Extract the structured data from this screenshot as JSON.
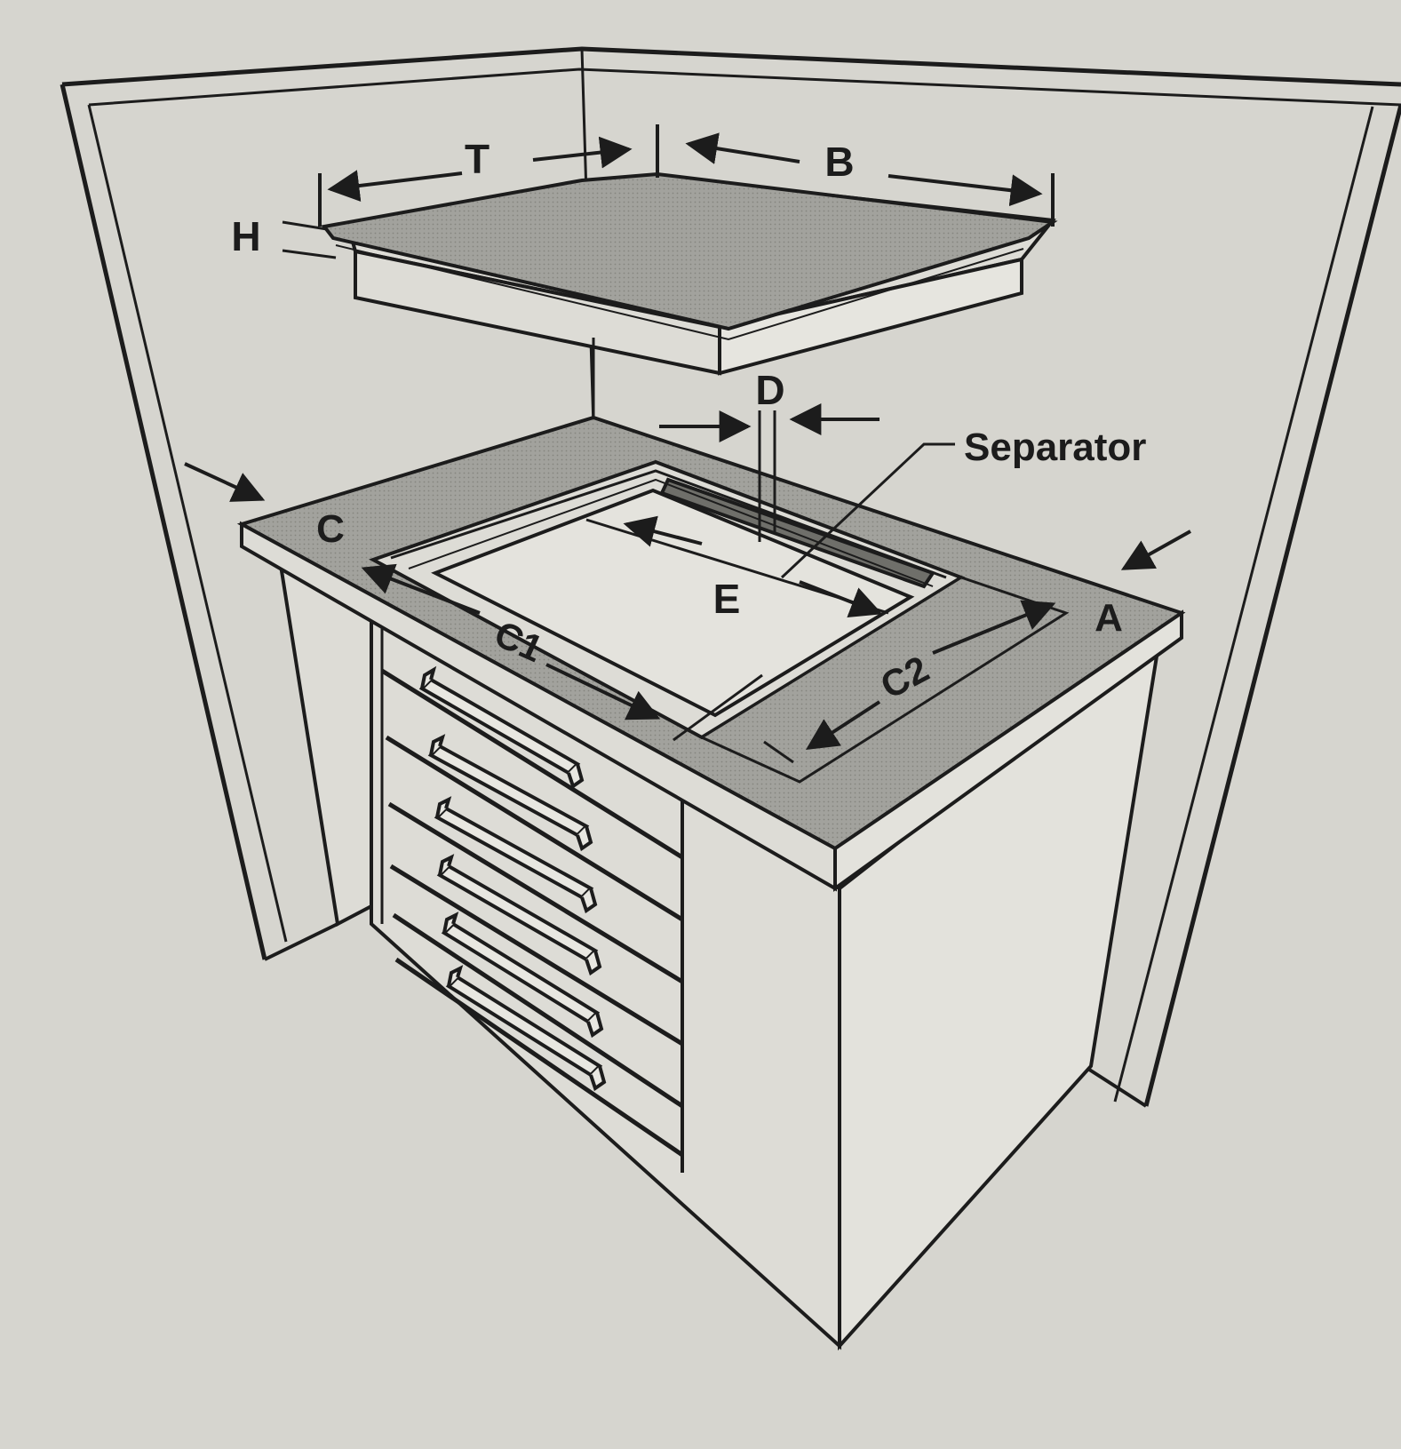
{
  "labels": {
    "T": "T",
    "B": "B",
    "H": "H",
    "D": "D",
    "separator": "Separator",
    "C": "C",
    "E": "E",
    "A": "A",
    "C1": "C1",
    "C2": "C2"
  },
  "colors": {
    "paper": "#d6d5cf",
    "ink": "#1c1c1c",
    "surface_shade": "#9c9c97",
    "panel_light": "#dddcd6",
    "cutout": "#e4e3dd"
  }
}
